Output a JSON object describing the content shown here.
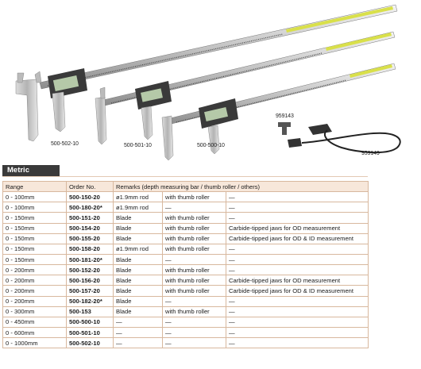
{
  "figure": {
    "labels": {
      "caliper_1": "500-502-10",
      "caliper_2": "500-501-10",
      "caliper_3": "500-500-10",
      "accessory_1": "959143",
      "accessory_2": "959149"
    }
  },
  "section_tab": "Metric",
  "table": {
    "headers": [
      "Range",
      "Order No.",
      "Remarks (depth measuring bar / thumb roller / others)"
    ],
    "rows": [
      [
        "0 - 100mm",
        "500-150-20",
        "ø1.9mm rod",
        "with thumb roller",
        "—"
      ],
      [
        "0 - 100mm",
        "500-180-20*",
        "ø1.9mm rod",
        "—",
        "—"
      ],
      [
        "0 - 150mm",
        "500-151-20",
        "Blade",
        "with thumb roller",
        "—"
      ],
      [
        "0 - 150mm",
        "500-154-20",
        "Blade",
        "with thumb roller",
        "Carbide-tipped jaws for OD measurement"
      ],
      [
        "0 - 150mm",
        "500-155-20",
        "Blade",
        "with thumb roller",
        "Carbide-tipped jaws for OD & ID measurement"
      ],
      [
        "0 - 150mm",
        "500-158-20",
        "ø1.9mm rod",
        "with thumb roller",
        "—"
      ],
      [
        "0 - 150mm",
        "500-181-20*",
        "Blade",
        "—",
        "—"
      ],
      [
        "0 - 200mm",
        "500-152-20",
        "Blade",
        "with thumb roller",
        "—"
      ],
      [
        "0 - 200mm",
        "500-156-20",
        "Blade",
        "with thumb roller",
        "Carbide-tipped jaws for OD measurement"
      ],
      [
        "0 - 200mm",
        "500-157-20",
        "Blade",
        "with thumb roller",
        "Carbide-tipped jaws for OD & ID measurement"
      ],
      [
        "0 - 200mm",
        "500-182-20*",
        "Blade",
        "—",
        "—"
      ],
      [
        "0 - 300mm",
        "500-153",
        "Blade",
        "with thumb roller",
        "—"
      ],
      [
        "0 - 450mm",
        "500-500-10",
        "—",
        "—",
        "—"
      ],
      [
        "0 - 600mm",
        "500-501-10",
        "—",
        "—",
        "—"
      ],
      [
        "0 - 1000mm",
        "500-502-10",
        "—",
        "—",
        "—"
      ]
    ]
  },
  "colors": {
    "header_bg": "#f7e7da",
    "border": "#d8b89e",
    "tab_bg": "#3a3a3a",
    "scale_yellow": "#d9e04a",
    "display_green": "#b5c9a8"
  }
}
